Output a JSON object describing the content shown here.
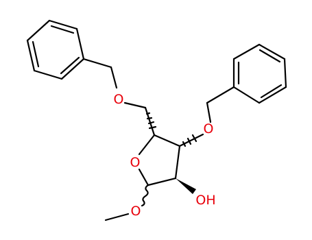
{
  "colors": {
    "carbon": "#000000",
    "oxygen": "#e8000b",
    "background": "#ffffff"
  },
  "atoms": {
    "ring_oxygen": "O",
    "primary_ether_oxygen": "O",
    "secondary_ether_oxygen": "O",
    "methoxy_oxygen": "O",
    "hydroxyl": "OH"
  }
}
